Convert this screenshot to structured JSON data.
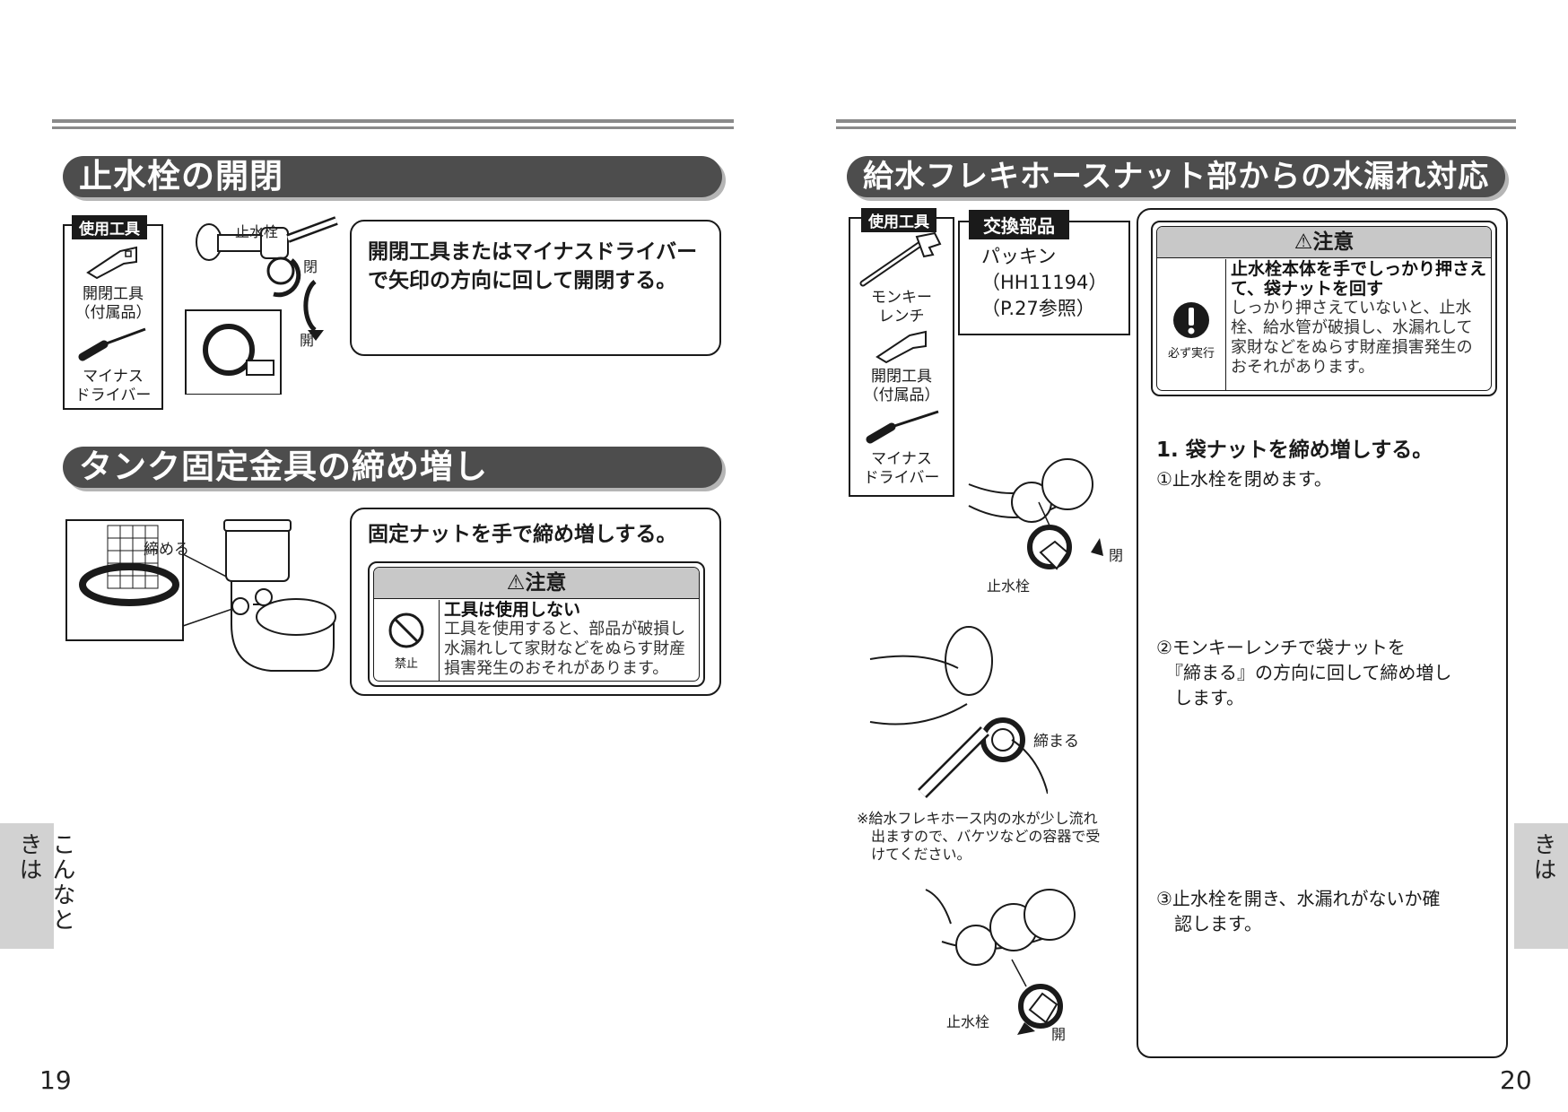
{
  "left": {
    "section1": {
      "title": "止水栓の開閉",
      "tools_tag": "使用工具",
      "tool1": "開閉工具\n（付属品）",
      "tool2": "マイナス\nドライバー",
      "label_valve": "止水栓",
      "label_close": "閉",
      "label_open": "開",
      "instruction": "開閉工具またはマイナスドライバーで矢印の方向に回して開閉する。"
    },
    "section2": {
      "title": "タンク固定金具の締め増し",
      "label_tighten": "締める",
      "instruction": "固定ナットを手で締め増しする。",
      "caution": {
        "head": "注意",
        "icon_label": "禁止",
        "strong": "工具は使用しない",
        "body": "工具を使用すると、部品が破損し水漏れして家財などをぬらす財産損害発生のおそれがあります。"
      }
    },
    "side_tab": "こんなときは",
    "page_number": "19"
  },
  "right": {
    "title": "給水フレキホースナット部からの水漏れ対応",
    "tools_tag": "使用工具",
    "tool1": "モンキー\nレンチ",
    "tool2": "開閉工具\n（付属品）",
    "tool3": "マイナス\nドライバー",
    "parts_tag": "交換部品",
    "parts_text": "パッキン\n（HH11194）\n（P.27参照）",
    "caution": {
      "head": "注意",
      "icon_label": "必ず実行",
      "strong": "止水栓本体を手でしっかり押さえて、袋ナットを回す",
      "body": "しっかり押さえていないと、止水栓、給水管が破損し、水漏れして家財などをぬらす財産損害発生のおそれがあります。"
    },
    "step_heading": "1. 袋ナットを締め増しする。",
    "step1": "①止水栓を閉めます。",
    "step2": "②モンキーレンチで袋ナットを\n　『締まる』の方向に回して締め増し\n　します。",
    "step3": "③止水栓を開き、水漏れがないか確\n　認します。",
    "label_valve1": "止水栓",
    "label_close": "閉",
    "label_tighten": "締まる",
    "note": "※給水フレキホース内の水が少し流れ\n　出ますので、バケツなどの容器で受\n　けてください。",
    "label_valve2": "止水栓",
    "label_open": "開",
    "side_tab": "こんなときは",
    "page_number": "20"
  }
}
